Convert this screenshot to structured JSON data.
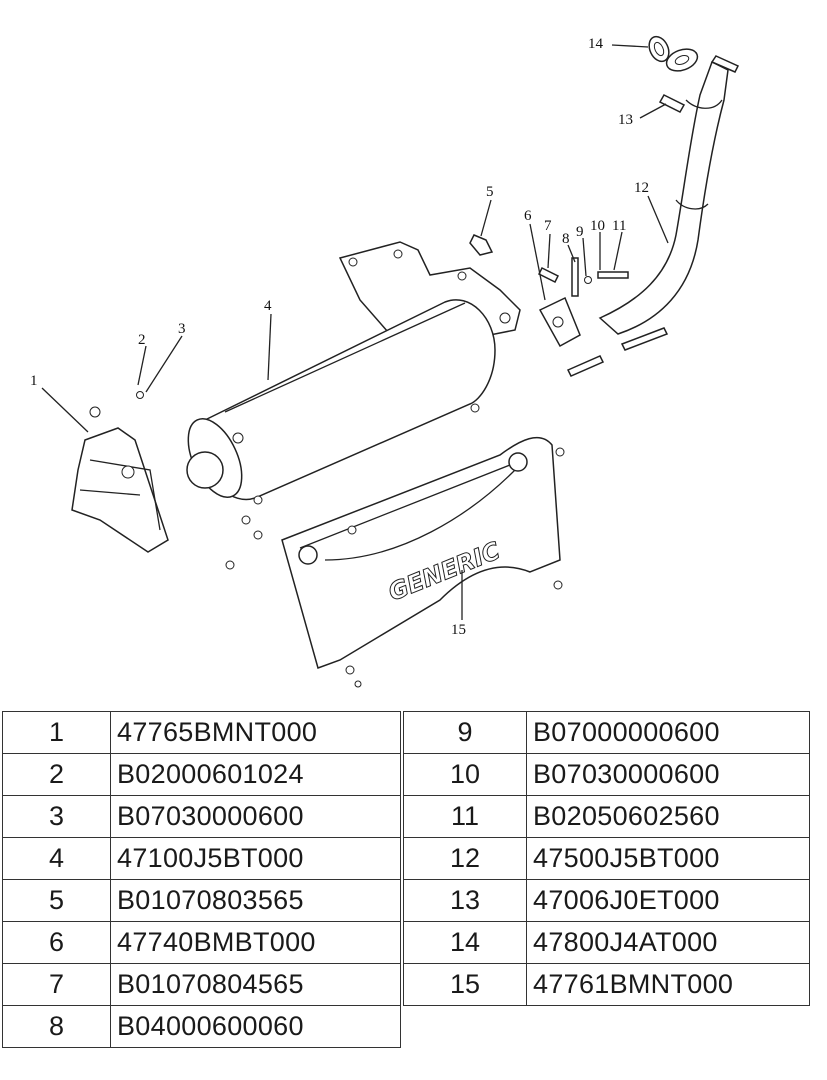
{
  "callouts": [
    "1",
    "2",
    "3",
    "4",
    "5",
    "6",
    "7",
    "8",
    "9",
    "10",
    "11",
    "12",
    "13",
    "14",
    "15"
  ],
  "brand_text": "GENERIC",
  "parts_left": [
    {
      "no": "1",
      "part": "47765BMNT000"
    },
    {
      "no": "2",
      "part": "B02000601024"
    },
    {
      "no": "3",
      "part": "B07030000600"
    },
    {
      "no": "4",
      "part": "47100J5BT000"
    },
    {
      "no": "5",
      "part": "B01070803565"
    },
    {
      "no": "6",
      "part": "47740BMBT000"
    },
    {
      "no": "7",
      "part": "B01070804565"
    },
    {
      "no": "8",
      "part": "B04000600060"
    }
  ],
  "parts_right": [
    {
      "no": "9",
      "part": "B07000000600"
    },
    {
      "no": "10",
      "part": "B07030000600"
    },
    {
      "no": "11",
      "part": "B02050602560"
    },
    {
      "no": "12",
      "part": "47500J5BT000"
    },
    {
      "no": "13",
      "part": "47006J0ET000"
    },
    {
      "no": "14",
      "part": "47800J4AT000"
    },
    {
      "no": "15",
      "part": "47761BMNT000"
    }
  ]
}
